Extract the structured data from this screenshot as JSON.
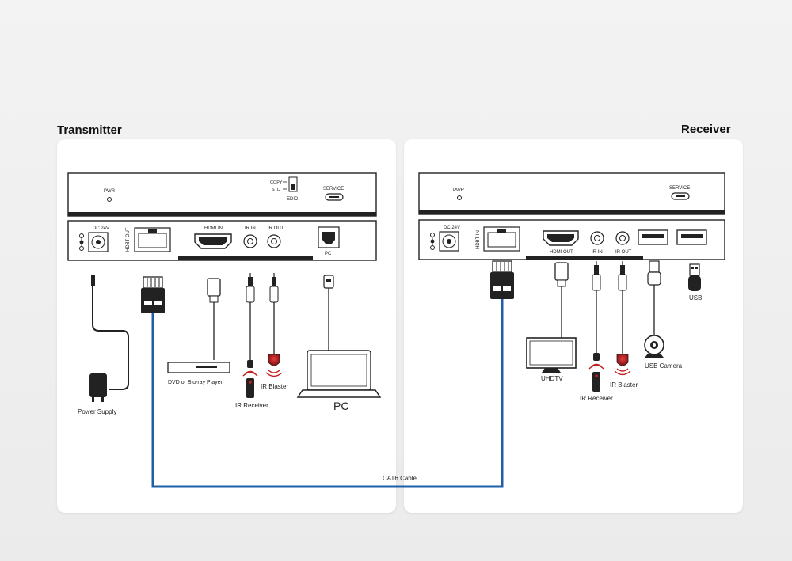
{
  "titles": {
    "transmitter": "Transmitter",
    "receiver": "Receiver"
  },
  "transmitter": {
    "front": {
      "pwr": "PWR",
      "copy": "COPY",
      "std": "STD",
      "edid": "EDID",
      "service": "SERVICE"
    },
    "rear": {
      "dc": "DC 24V",
      "hdbt_out": "HDBT OUT",
      "hdmi_in": "HDMI IN",
      "ir_in": "IR IN",
      "ir_out": "IR OUT",
      "pc": "PC"
    },
    "devices": {
      "power_supply": "Power Supply",
      "dvd": "DVD or Blu-ray Player",
      "ir_receiver": "IR Receiver",
      "ir_blaster": "IR Blaster",
      "pc": "PC"
    }
  },
  "receiver": {
    "front": {
      "pwr": "PWR",
      "service": "SERVICE"
    },
    "rear": {
      "dc": "DC 24V",
      "hdbt_in": "HDBT IN",
      "hdmi_out": "HDMI OUT",
      "ir_in": "IR IN",
      "ir_out": "IR OUT"
    },
    "devices": {
      "uhdtv": "UHDTV",
      "ir_receiver": "IR Receiver",
      "ir_blaster": "IR Blaster",
      "usb_camera": "USB Camera",
      "usb": "USB"
    }
  },
  "cable": {
    "label": "CAT6 Cable"
  },
  "colors": {
    "cable": "#1f5fa8",
    "blaster": "#b01818",
    "receiver_dot": "#c02020"
  }
}
